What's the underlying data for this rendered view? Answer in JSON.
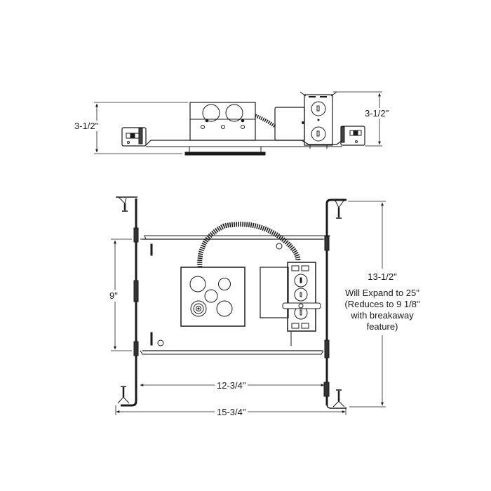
{
  "diagram": {
    "type": "dimensional-drawing",
    "subject": "recessed light housing with junction box",
    "colors": {
      "line": "#1a1a1a",
      "background": "#ffffff"
    },
    "side_view": {
      "height_left": "3-1/2\"",
      "height_right": "3-1/2\""
    },
    "top_view": {
      "plate_height": "9\"",
      "inner_width": "12-3/4\"",
      "overall_width": "15-3/4\"",
      "bar_length": "13-1/2\"",
      "bar_note": {
        "line1": "Will Expand to 25\"",
        "line2": "(Reduces to 9 1/8\"",
        "line3": "with breakaway",
        "line4": "feature)"
      }
    }
  }
}
